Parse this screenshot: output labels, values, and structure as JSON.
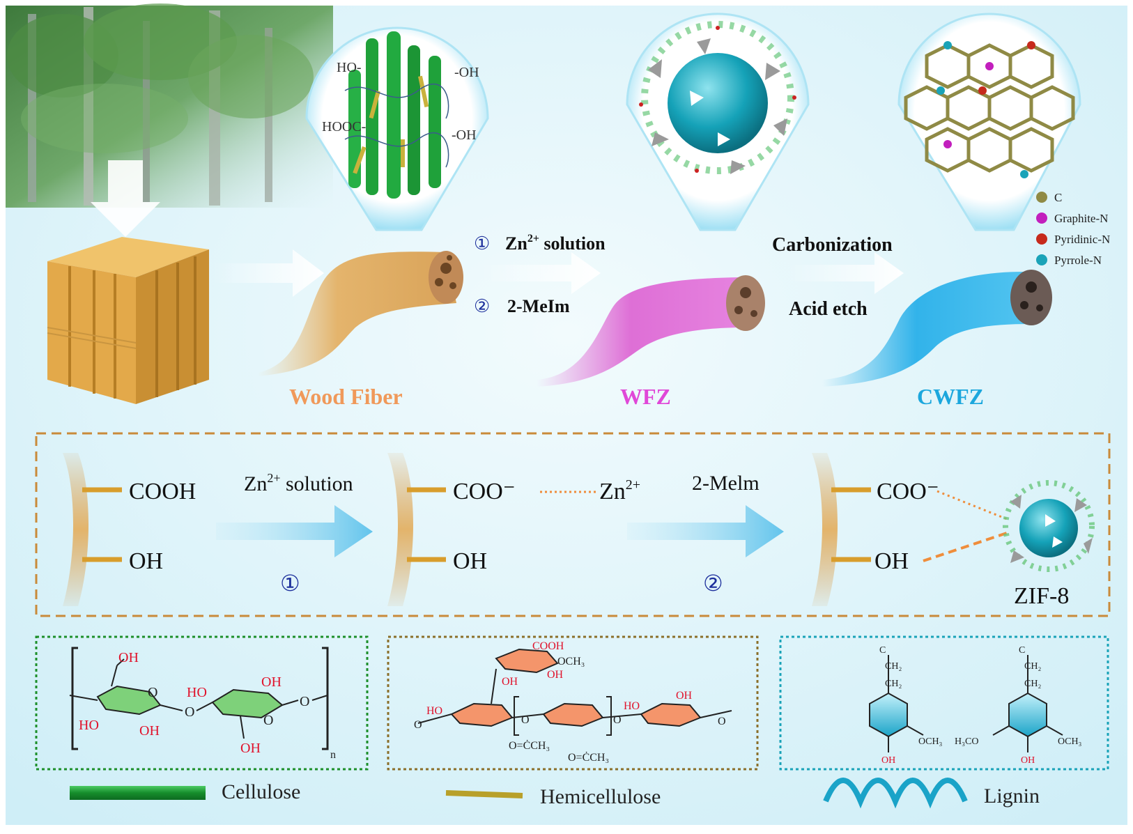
{
  "stages": {
    "wood_fiber": "Wood Fiber",
    "wfz": "WFZ",
    "cwfz": "CWFZ"
  },
  "step1": {
    "circled": "①",
    "zn_base": "Zn",
    "zn_sup": "2+",
    "zn_tail": " solution",
    "circled2": "②",
    "meim": "2-MeIm"
  },
  "step2": {
    "carbonization": "Carbonization",
    "acid_etch": "Acid etch"
  },
  "fiber_zoom": {
    "ho": "HO-",
    "oh1": "-OH",
    "hooc": "HOOC-",
    "oh2": "-OH"
  },
  "legend_n": [
    {
      "label": "C",
      "color": "#8f8a45"
    },
    {
      "label": "Graphite-N",
      "color": "#c21fbd"
    },
    {
      "label": "Pyridinic-N",
      "color": "#c62a1c"
    },
    {
      "label": "Pyrrole-N",
      "color": "#1aa3b8"
    }
  ],
  "mechanism": {
    "cooh": "COOH",
    "oh": "OH",
    "zn_label_base": "Zn",
    "zn_label_sup": "2+",
    "zn_label_tail": " solution",
    "coo_minus": "COO⁻",
    "zn_ion_base": "Zn",
    "zn_ion_sup": "2+",
    "meim": "2-Melm",
    "zif8": "ZIF-8",
    "circled1": "①",
    "circled2": "②"
  },
  "cellulose": {
    "oh_a": "OH",
    "o_ring1": "O",
    "ho_b": "HO",
    "oh_c": "OH",
    "ho_d": "HO",
    "oh_e": "OH",
    "o_ring2": "O",
    "oh_f": "OH",
    "o_link": "O",
    "o_end": "O",
    "n": "n"
  },
  "hemicellulose": {
    "cooh": "COOH",
    "och3": "OCH₃",
    "oh1": "OH",
    "oh2": "OH",
    "ho1": "HO",
    "o1": "O",
    "o2": "O",
    "ho2": "HO",
    "oh3": "OH",
    "o3": "O",
    "o4": "O",
    "acetyl1": "O=ĊCH₃",
    "acetyl2": "O=ĊCH₃"
  },
  "lignin": {
    "c1": "C",
    "ch2a": "CH₂",
    "ch2b": "CH₂",
    "och3_1": "OCH₃",
    "oh1": "OH",
    "c2": "C",
    "ch2c": "CH₂",
    "ch2d": "CH₂",
    "h3co": "H₃CO",
    "och3_2": "OCH₃",
    "oh2": "OH"
  },
  "legend_components": {
    "cellulose": "Cellulose",
    "hemicellulose": "Hemicellulose",
    "lignin": "Lignin"
  },
  "colors": {
    "background": "#ddf3f9",
    "wood": "#e5b25a",
    "fiber": "#e8c488",
    "wfz": "#e27ad8",
    "cwfz": "#38b6ea",
    "wood_fiber_text": "#f0995a",
    "wfz_text": "#e048d8",
    "cwfz_text": "#1ca7dd"
  }
}
